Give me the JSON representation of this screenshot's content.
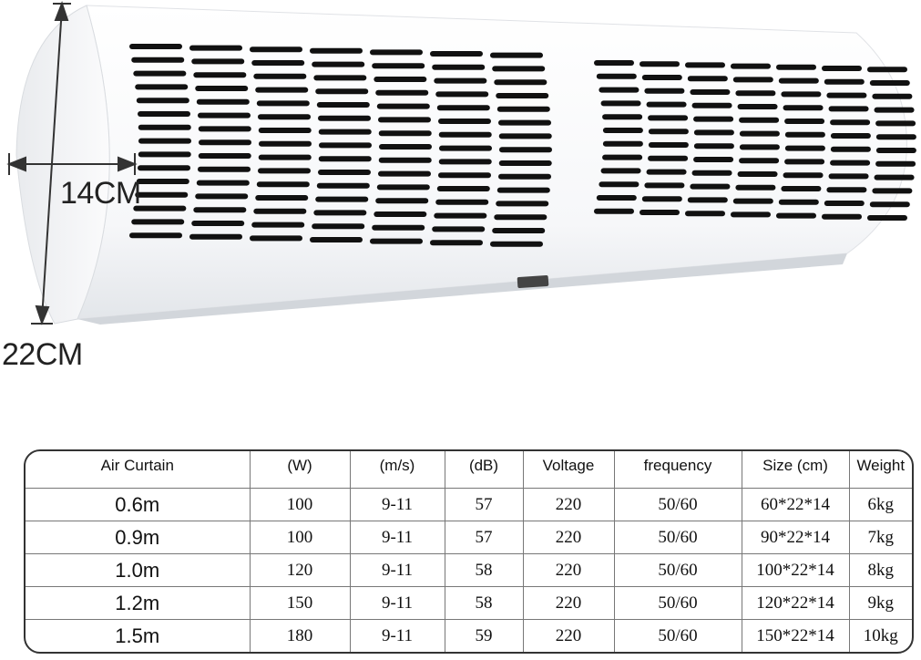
{
  "dimensions": {
    "depth_label": "14CM",
    "height_label": "22CM"
  },
  "table": {
    "headers": [
      "Air Curtain",
      "(W)",
      "(m/s)",
      "(dB)",
      "Voltage",
      "frequency",
      "Size (cm)",
      "Weight"
    ],
    "rows": [
      [
        "0.6m",
        "100",
        "9-11",
        "57",
        "220",
        "50/60",
        "60*22*14",
        "6kg"
      ],
      [
        "0.9m",
        "100",
        "9-11",
        "57",
        "220",
        "50/60",
        "90*22*14",
        "7kg"
      ],
      [
        "1.0m",
        "120",
        "9-11",
        "58",
        "220",
        "50/60",
        "100*22*14",
        "8kg"
      ],
      [
        "1.2m",
        "150",
        "9-11",
        "58",
        "220",
        "50/60",
        "120*22*14",
        "9kg"
      ],
      [
        "1.5m",
        "180",
        "9-11",
        "59",
        "220",
        "50/60",
        "150*22*14",
        "10kg"
      ]
    ]
  },
  "colors": {
    "body": "#f4f5f7",
    "vent": "#111111",
    "shadow": "#d6d9de"
  }
}
